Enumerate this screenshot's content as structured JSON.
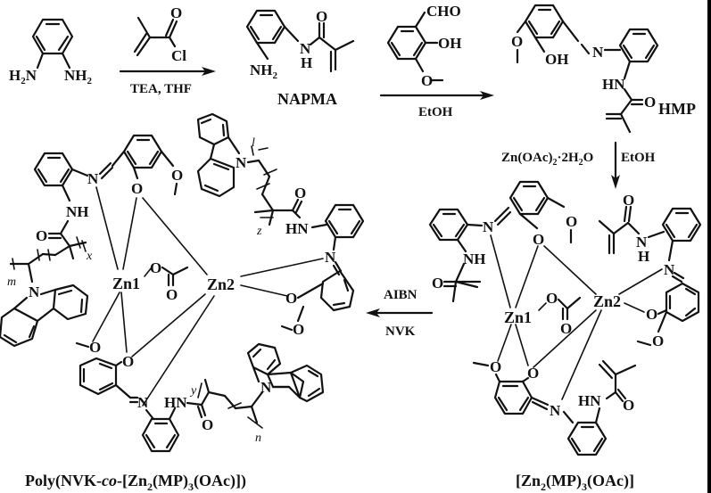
{
  "scheme": {
    "reagents": {
      "opd": {
        "left_amine": "H2N",
        "right_amine": "NH2"
      },
      "methacryloyl_chloride": {
        "o": "O",
        "cl": "Cl"
      },
      "step1_conditions": "TEA, THF",
      "napma": {
        "label": "NAPMA",
        "nh2": "NH2",
        "n": "N",
        "h": "H",
        "o": "O"
      },
      "vanillin": {
        "cho": "CHO",
        "oh": "OH",
        "o": "O"
      },
      "step2_conditions": "EtOH",
      "hmp": {
        "label": "HMP",
        "o_methoxy": "O",
        "oh": "OH",
        "n": "N",
        "hn": "HN",
        "o": "O"
      },
      "step3_reagent": "Zn(OAc)2·2H2O",
      "step3_solvent": "EtOH",
      "step4_reagent": "AIBN",
      "step4_monomer": "NVK"
    },
    "complex": {
      "label": "[Zn2(MP)3(OAc)]",
      "zn1": "Zn1",
      "zn2": "Zn2",
      "atoms": {
        "n": "N",
        "o": "O",
        "nh": "NH",
        "hn": "HN",
        "h": "H"
      }
    },
    "polymer": {
      "label_prefix": "Poly(NVK-",
      "label_co": "co",
      "label_suffix": "-[Zn2(MP)3(OAc)])",
      "zn1": "Zn1",
      "zn2": "Zn2",
      "subscripts": {
        "x": "x",
        "y": "y",
        "z": "z",
        "m": "m",
        "n": "n",
        "l": "l"
      },
      "atoms": {
        "n": "N",
        "o": "O",
        "nh": "NH",
        "hn": "HN"
      }
    }
  }
}
